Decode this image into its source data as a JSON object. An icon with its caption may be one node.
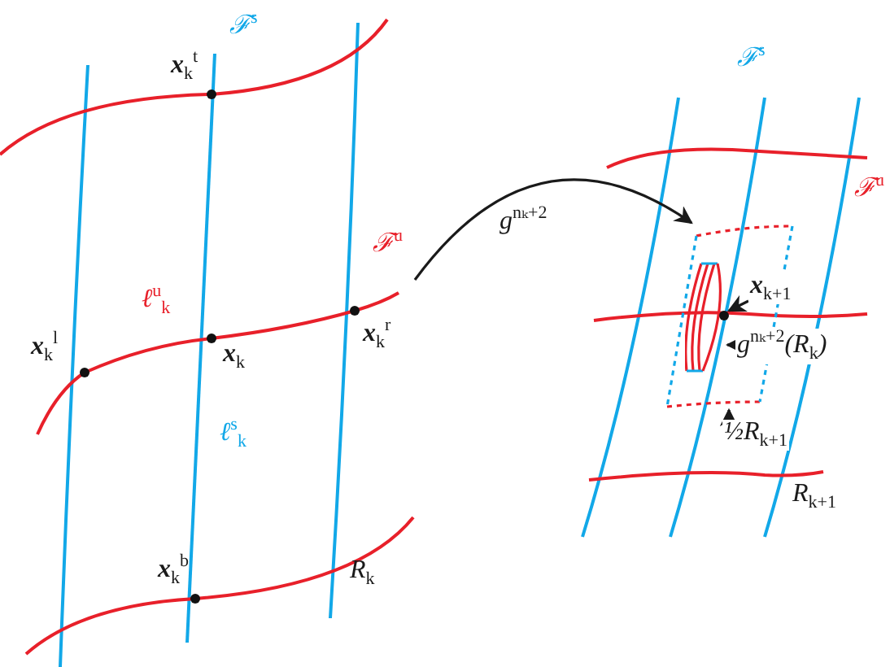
{
  "diagram": {
    "nodes": [
      {
        "text": [],
        "shape": "box"
      },
      {
        "text": [],
        "shape": "bar",
        "in": 0
      },
      {
        "text": [],
        "shape": "circle",
        "in": 0
      },
      {
        "text": [
          "**x**$_{k+1}$"
        ],
        "in": 0
      },
      {
        "text": [
          "g$^{nₖ+2}$(R$_{k}$)"
        ]
      },
      {
        "text": [
          "½R$_{k+1}$"
        ]
      }
    ],
    "edges": [
      {
        "from": null,
        "to": 0,
        "arrow": "to",
        "label": "g$^{nₖ+2}$"
      },
      {
        "from": 3,
        "to": 2,
        "arrow": "to"
      },
      {
        "from": 4,
        "to": 1,
        "arrow": "to"
      },
      {
        "from": 5,
        "to": 0,
        "arrow": "to"
      }
    ],
    "labels": [
      "ℱ$^{s}$",
      "**x**$_{k}$$^{t}$",
      "ℱ$^{u}$",
      "ℓ$^{u}$$_{k}$",
      "**x**$_{k}$$^{l}$",
      "**x**$_{k}$",
      "**x**$_{k}$$^{r}$",
      "ℓ$^{s}$$_{k}$",
      "**x**$_{k}$$^{b}$",
      "R$_{k}$",
      "ℱ$^{s}$",
      "ℱ$^{u}$",
      "R$_{k+1}$"
    ]
  }
}
